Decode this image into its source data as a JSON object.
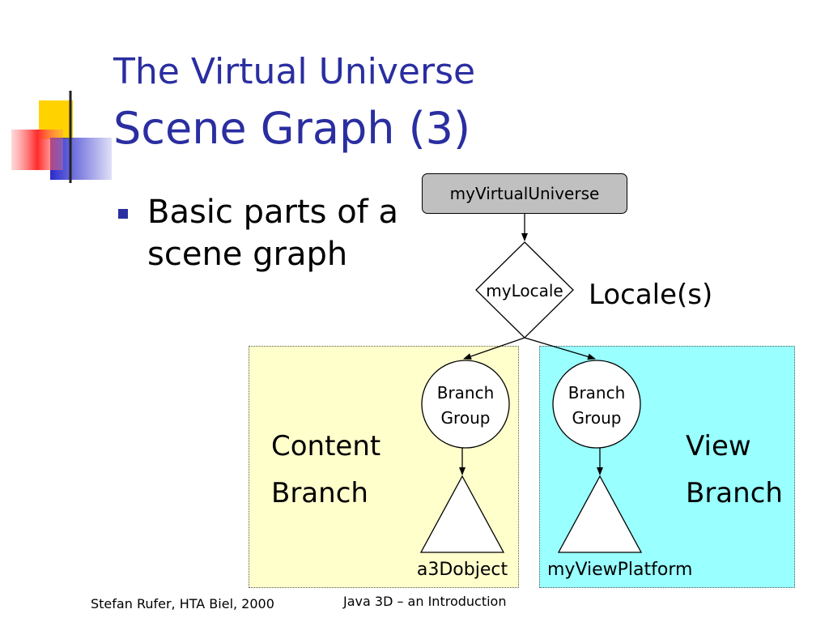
{
  "slide": {
    "title_line1": "The Virtual Universe",
    "title_line2": "Scene Graph (3)",
    "bullet_line1": "Basic parts of a",
    "bullet_line2": "scene graph"
  },
  "diagram": {
    "universe_label": "myVirtualUniverse",
    "locale_node_label": "myLocale",
    "locale_annotation": "Locale(s)",
    "content_branch": {
      "label_line1": "Content",
      "label_line2": "Branch",
      "group_line1": "Branch",
      "group_line2": "Group",
      "leaf_label": "a3Dobject"
    },
    "view_branch": {
      "label_line1": "View",
      "label_line2": "Branch",
      "group_line1": "Branch",
      "group_line2": "Group",
      "leaf_label": "myViewPlatform"
    }
  },
  "footer": {
    "author": "Stefan Rufer, HTA Biel, 2000",
    "course": "Java 3D – an Introduction"
  },
  "colors": {
    "title": "#2a2ea0",
    "content_panel": "#ffffcc",
    "view_panel": "#99ffff",
    "universe_box": "#c0c0c0",
    "logo_yellow": "#ffd200",
    "logo_red": "#ff4444",
    "logo_blue": "#3333cc"
  }
}
